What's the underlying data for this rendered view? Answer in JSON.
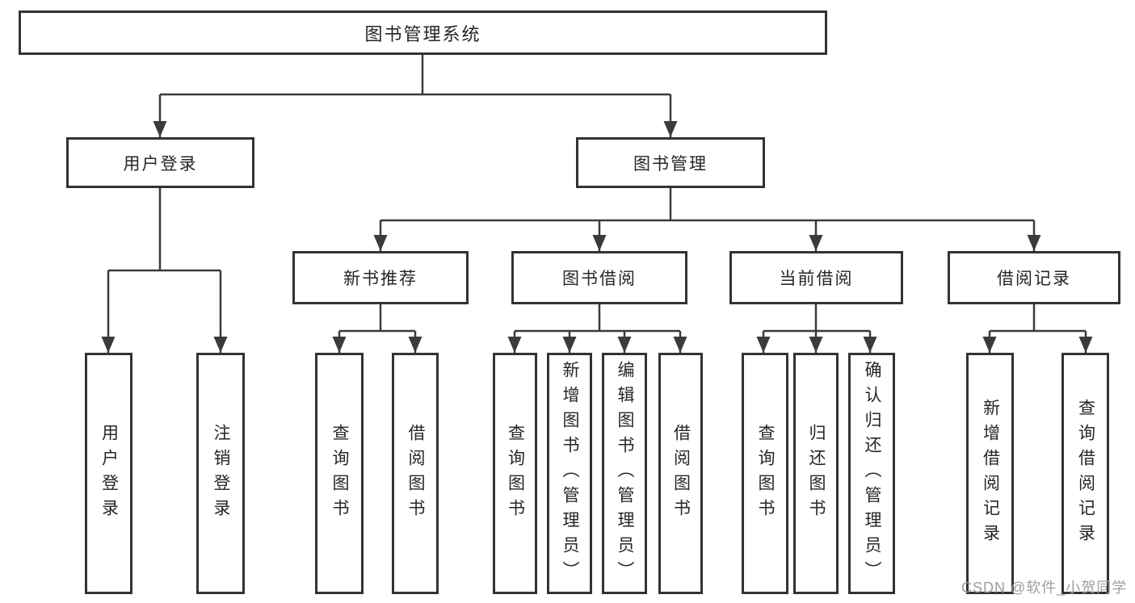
{
  "diagram_type": "hierarchy",
  "tree": {
    "label": "图书管理系统",
    "children": [
      {
        "label": "用户登录",
        "children": [
          {
            "label": "用户登录"
          },
          {
            "label": "注销登录"
          }
        ]
      },
      {
        "label": "图书管理",
        "children": [
          {
            "label": "新书推荐",
            "children": [
              {
                "label": "查询图书"
              },
              {
                "label": "借阅图书"
              }
            ]
          },
          {
            "label": "图书借阅",
            "children": [
              {
                "label": "查询图书"
              },
              {
                "label": "新增图书（管理员）"
              },
              {
                "label": "编辑图书（管理员）"
              },
              {
                "label": "借阅图书"
              }
            ]
          },
          {
            "label": "当前借阅",
            "children": [
              {
                "label": "查询图书"
              },
              {
                "label": "归还图书"
              },
              {
                "label": "确认归还（管理员）"
              }
            ]
          },
          {
            "label": "借阅记录",
            "children": [
              {
                "label": "新增借阅记录"
              },
              {
                "label": "查询借阅记录"
              }
            ]
          }
        ]
      }
    ]
  },
  "watermark": "CSDN @软件_小贺同学",
  "colors": {
    "box_border": "#333333",
    "line": "#3b3b3b",
    "text": "#262626",
    "watermark_text": "#9e9e9e",
    "background": "#ffffff"
  }
}
